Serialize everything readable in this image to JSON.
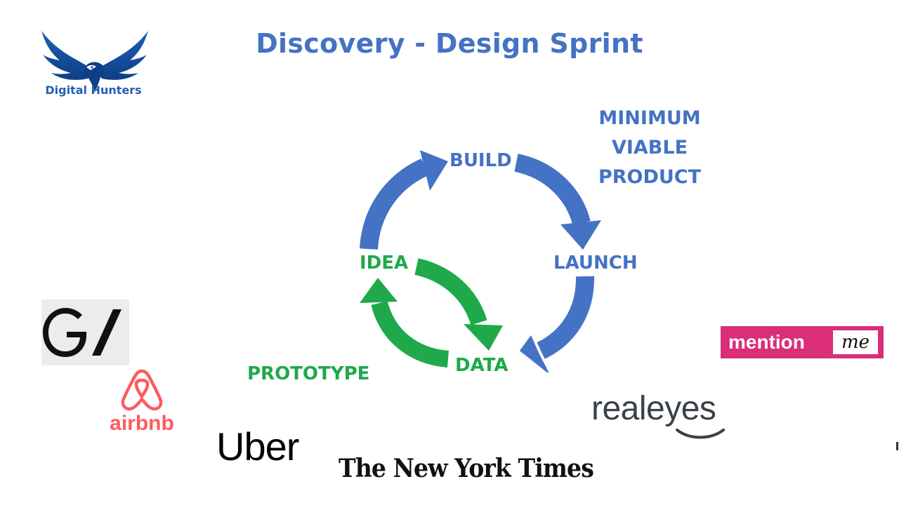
{
  "slide": {
    "title": "Discovery - Design Sprint"
  },
  "brand": {
    "name": "Digital Hunters",
    "icon": "eagle-wings-icon",
    "color": "#2461b0"
  },
  "cycle": {
    "build": "BUILD",
    "launch": "LAUNCH",
    "data": "DATA",
    "idea": "IDEA",
    "mvp_lines": [
      "MINIMUM",
      "VIABLE",
      "PRODUCT"
    ],
    "prototype": "PROTOTYPE",
    "colors": {
      "outer": "#4472c4",
      "inner": "#1fa94a"
    }
  },
  "logos": {
    "gv": "G/",
    "airbnb": "airbnb",
    "uber": "Uber",
    "nyt": "The New York Times",
    "mention": "mention",
    "mention_me": "me",
    "realeyes": "realeyes",
    "brand_colors": {
      "airbnb": "#ff5a5f",
      "mention": "#da2d7a"
    }
  }
}
